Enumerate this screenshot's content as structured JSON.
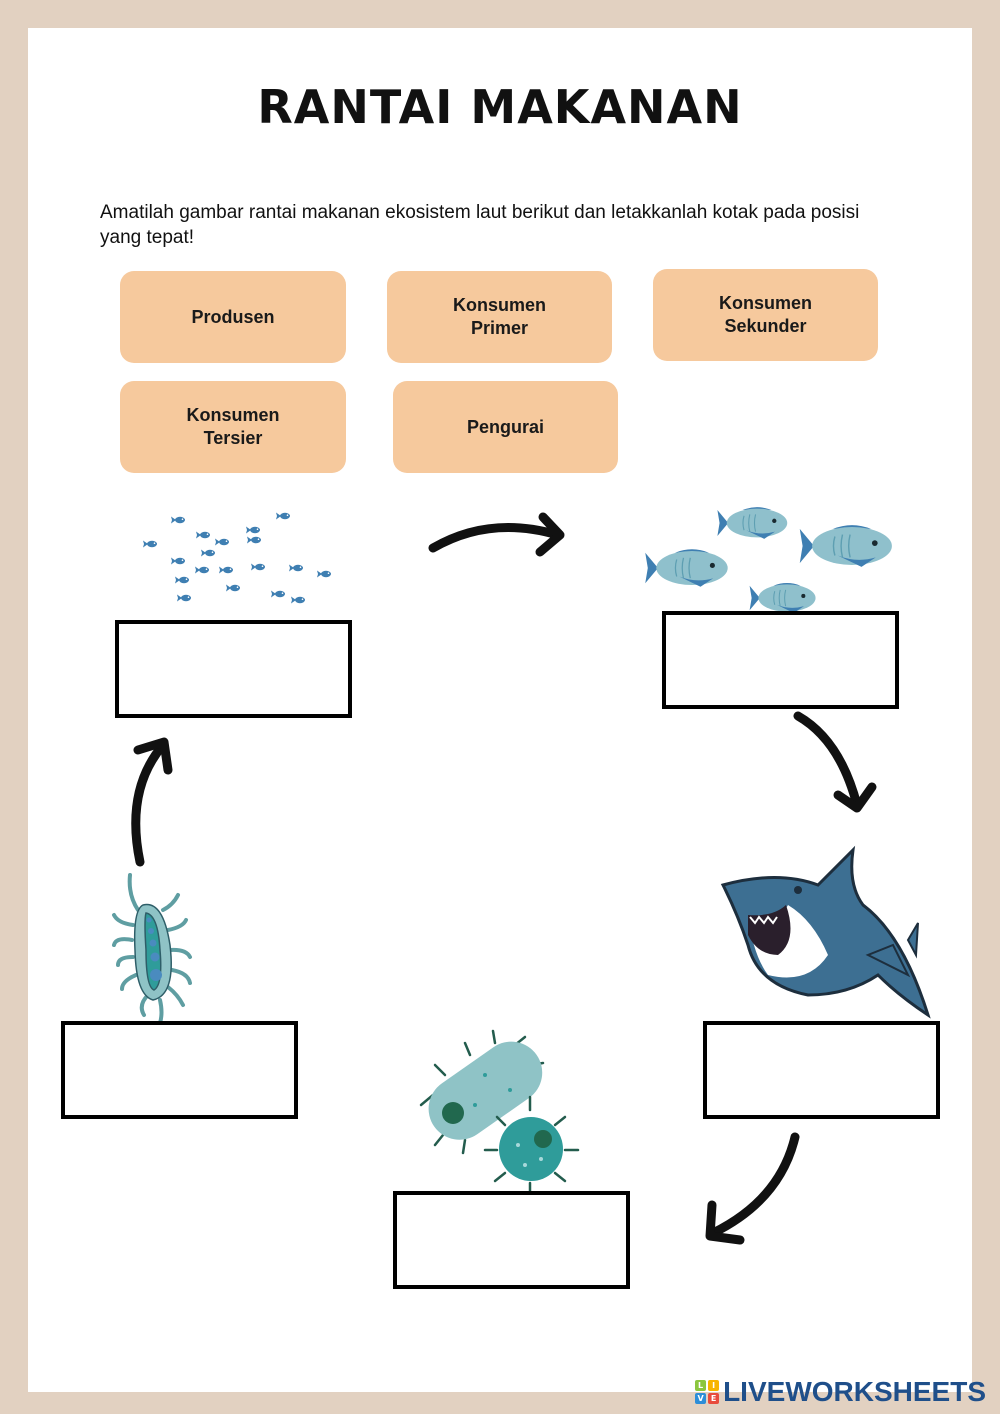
{
  "worksheet": {
    "title": "RANTAI MAKANAN",
    "instruction": "Amatilah gambar rantai makanan ekosistem laut berikut dan letakkanlah kotak  pada posisi yang tepat!"
  },
  "answer_chips": [
    {
      "label": "Produsen"
    },
    {
      "label": "Konsumen\nPrimer"
    },
    {
      "label": "Konsumen\nSekunder"
    },
    {
      "label": "Konsumen\nTersier"
    },
    {
      "label": "Pengurai"
    }
  ],
  "chain_slots": [
    {
      "image": "plankton-icon",
      "value": ""
    },
    {
      "image": "fish-school-icon",
      "value": ""
    },
    {
      "image": "shark-icon",
      "value": ""
    },
    {
      "image": "bacteria-icon",
      "value": ""
    },
    {
      "image": "microbe-icon",
      "value": ""
    }
  ],
  "colors": {
    "background": "#e2d1c1",
    "chip": "#f6c99d",
    "fish_light": "#8fc0cc",
    "fish_dark": "#3f7fb2",
    "shark": "#3d6f92",
    "bacteria": "#8fc3c6",
    "bacteria_dark": "#2f9c9a",
    "brand": "#1f4f8a"
  },
  "footer": {
    "brand": "LIVEWORKSHEETS",
    "logo_letters": [
      "L",
      "I",
      "V",
      "E"
    ]
  }
}
